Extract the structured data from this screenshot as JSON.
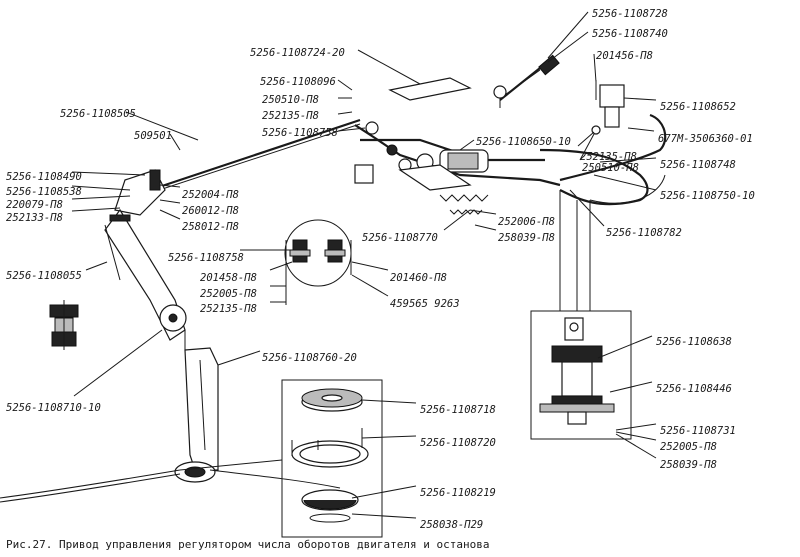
{
  "caption": "Рис.27. Привод управления регулятором числа оборотов двигателя и останова",
  "labels": [
    "5256-1108728",
    "5256-1108740",
    "5256-1108724-20",
    "201456-П8",
    "5256-1108096",
    "250510-П8",
    "252135-П8",
    "5256-1108652",
    "5256-1108505",
    "5256-1108758",
    "677М-3506360-01",
    "509501",
    "5256-1108650-10",
    "252135-П8",
    "250510-П8",
    "5256-1108490",
    "5256-1108748",
    "5256-1108538",
    "220079-П8",
    "252004-П8",
    "5256-1108750-10",
    "252133-П8",
    "260012-П8",
    "258012-П8",
    "252006-П8",
    "5256-1108770",
    "5256-1108782",
    "258039-П8",
    "5256-1108758",
    "5256-1108055",
    "201458-П8",
    "201460-П8",
    "252005-П8",
    "252135-П8",
    "459565 9263",
    "5256-1108638",
    "5256-1108760-20",
    "5256-1108446",
    "5256-1108710-10",
    "5256-1108718",
    "5256-1108731",
    "252005-П8",
    "5256-1108720",
    "258039-П8",
    "5256-1108219",
    "258038-П29"
  ]
}
